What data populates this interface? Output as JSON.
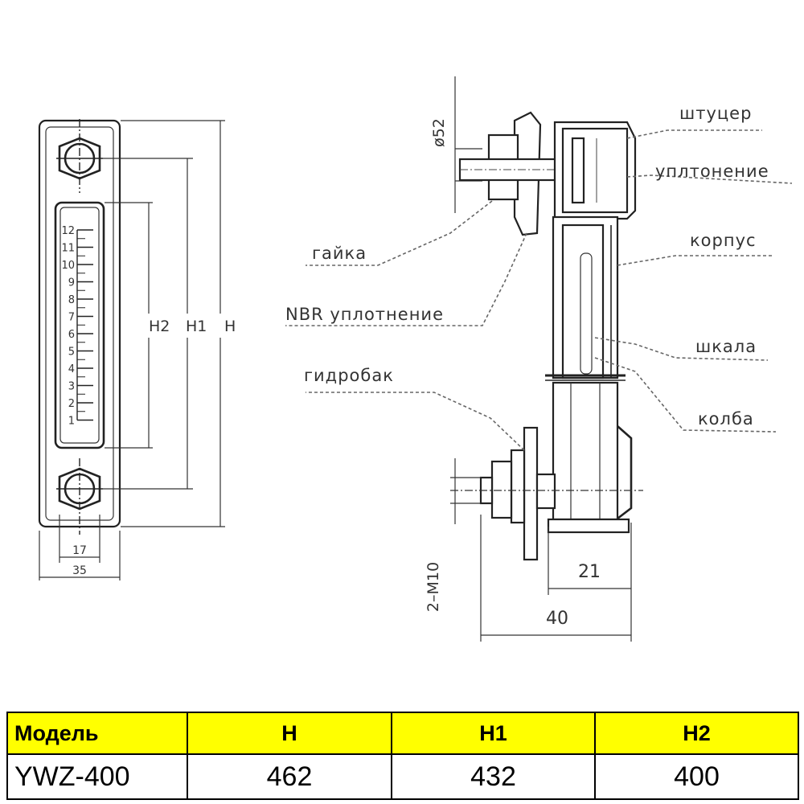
{
  "front_view": {
    "scale_ticks": [
      "12",
      "11",
      "10",
      "9",
      "8",
      "7",
      "6",
      "5",
      "4",
      "3",
      "2",
      "1"
    ],
    "dims": {
      "h2": "H2",
      "h1": "H1",
      "h": "H",
      "inner_width": "17",
      "outer_width": "35"
    }
  },
  "side_view": {
    "labels": {
      "fitting": "штуцер",
      "seal": "уплтонение",
      "housing": "корпус",
      "scale": "шкала",
      "bulb": "колба",
      "nut": "гайка",
      "nbr_seal": "NBR уплотнение",
      "tank": "гидробак"
    },
    "dims": {
      "diameter": "ø52",
      "thread": "2–M10",
      "d21": "21",
      "d40": "40"
    }
  },
  "table": {
    "headers": [
      "Модель",
      "H",
      "H1",
      "H2"
    ],
    "rows": [
      [
        "YWZ-400",
        "462",
        "432",
        "400"
      ]
    ],
    "header_color": "#ffff00"
  }
}
